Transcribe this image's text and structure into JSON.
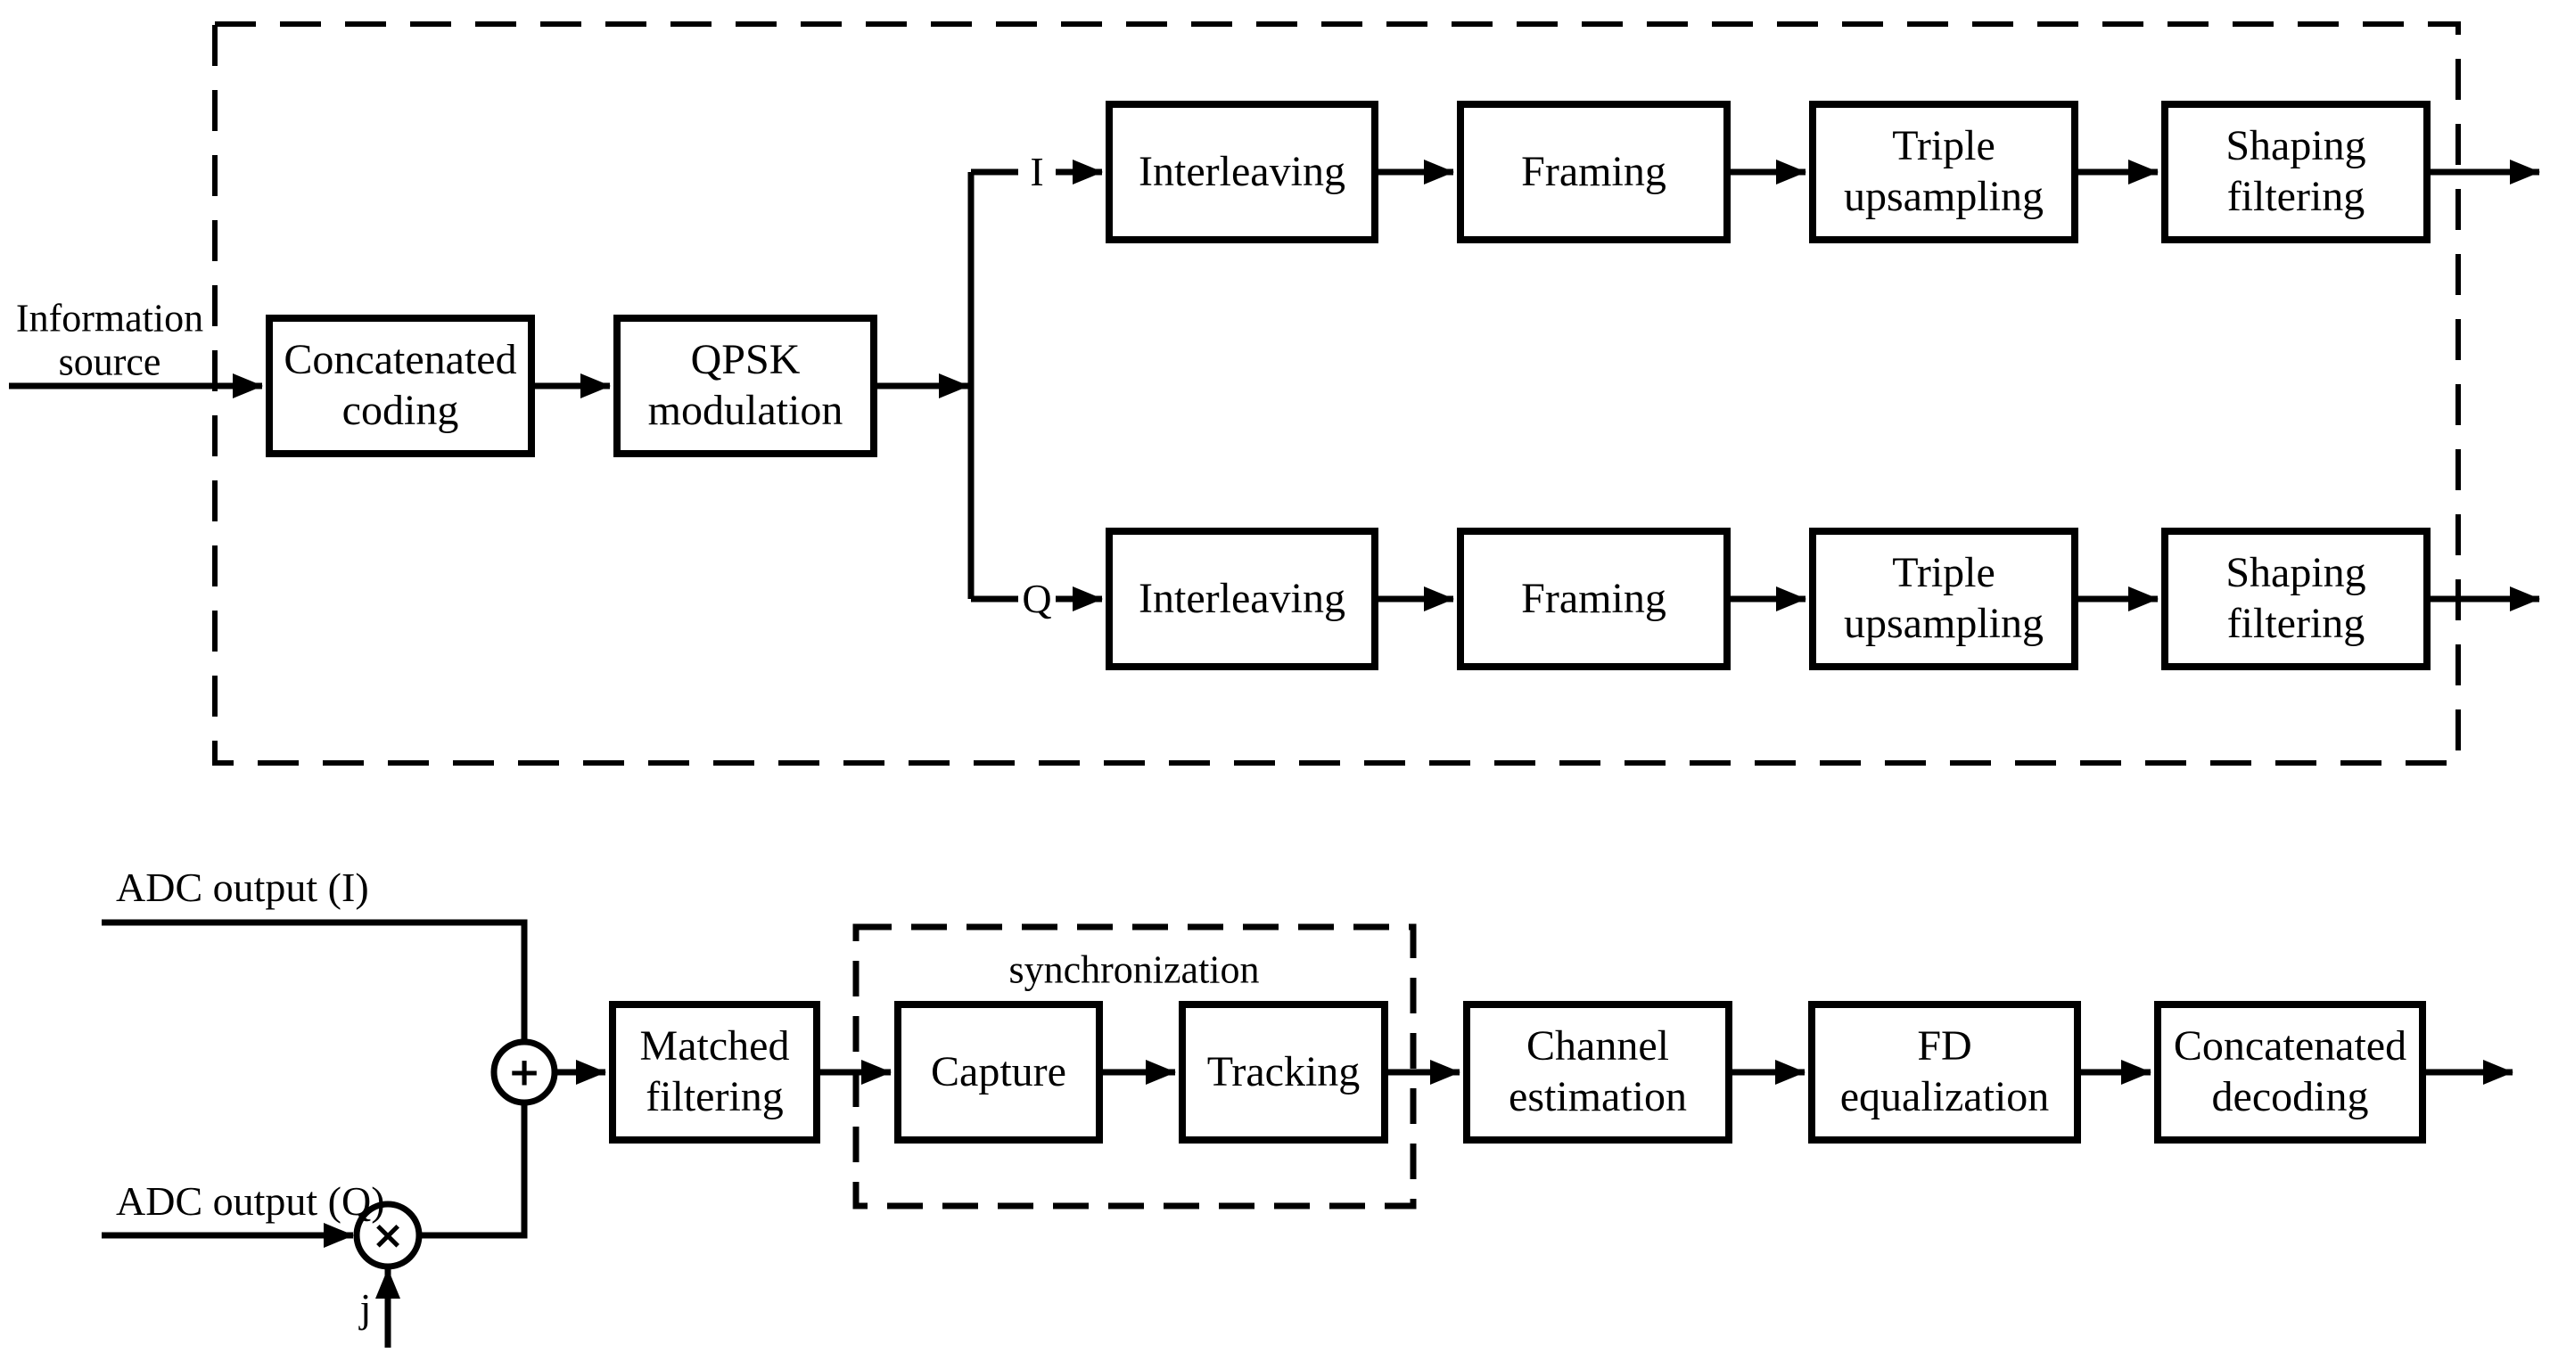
{
  "colors": {
    "ink": "#000000",
    "background": "#ffffff"
  },
  "tx": {
    "source_label": "Information\nsource",
    "coding": "Concatenated\ncoding",
    "modulation": "QPSK\nmodulation",
    "i_label": "I",
    "q_label": "Q",
    "i_chain": [
      "Interleaving",
      "Framing",
      "Triple\nupsampling",
      "Shaping\nfiltering"
    ],
    "q_chain": [
      "Interleaving",
      "Framing",
      "Triple\nupsampling",
      "Shaping\nfiltering"
    ]
  },
  "rx": {
    "adc_i_label": "ADC output (I)",
    "adc_q_label": "ADC output (Q)",
    "sum_symbol": "+",
    "mult_symbol": "×",
    "j_label": "j",
    "matched_filtering": "Matched\nfiltering",
    "sync_label": "synchronization",
    "capture": "Capture",
    "tracking": "Tracking",
    "channel_estimation": "Channel\nestimation",
    "fd_equalization": "FD\nequalization",
    "concatenated_decoding": "Concatenated\ndecoding"
  }
}
